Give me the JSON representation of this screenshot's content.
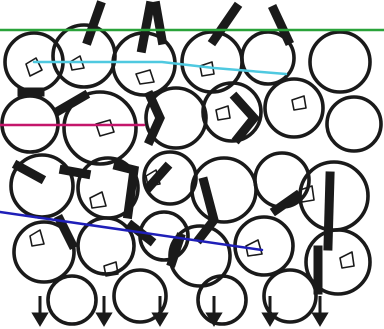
{
  "diagram": {
    "kind": "packed-grain-texture-sketch",
    "background_color": "#ffffff",
    "ink_color": "#1a1a1a",
    "overlay_lines": [
      {
        "name": "green-line",
        "color": "#2aa33a"
      },
      {
        "name": "cyan-line",
        "color": "#4fc9e0"
      },
      {
        "name": "magenta-line",
        "color": "#c4166b"
      },
      {
        "name": "blue-line",
        "color": "#1f1fb8"
      }
    ],
    "marker_icons": [
      "down-arrow-icon",
      "down-arrow-icon",
      "down-arrow-icon",
      "down-arrow-icon",
      "down-arrow-icon",
      "down-arrow-icon"
    ]
  }
}
